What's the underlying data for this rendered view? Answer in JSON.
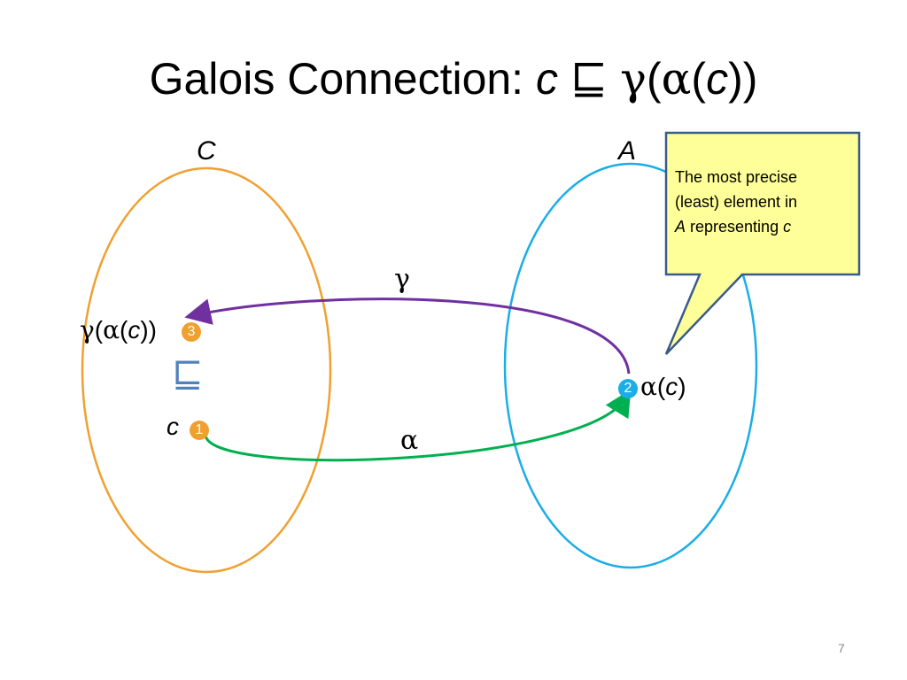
{
  "title": {
    "prefix": "Galois Connection: ",
    "c": "c",
    "relation": "⊑",
    "gamma": "γ",
    "open1": "(",
    "alpha": "α",
    "open2": "(",
    "c2": "c",
    "close": "))"
  },
  "sets": {
    "concrete_label": "C",
    "abstract_label": "A",
    "concrete_color": "#F0A030",
    "abstract_color": "#1AADE6"
  },
  "arrows": {
    "gamma_label": "γ",
    "alpha_label": "α",
    "gamma_color": "#7030A0",
    "alpha_color": "#00B050"
  },
  "points": {
    "gamma_alpha_c": {
      "gamma": "γ",
      "p1": "(",
      "alpha": "α",
      "p2": "(",
      "c": "c",
      "close": "))",
      "badge": "3"
    },
    "c": {
      "c": "c",
      "badge": "1"
    },
    "alpha_c": {
      "alpha": "α",
      "open": "(",
      "c": "c",
      "close": ")",
      "badge": "2"
    },
    "relation_symbol": "⊑"
  },
  "callout": {
    "line1": "The most precise",
    "line2": "(least) element in",
    "a": "A",
    "middle": " representing ",
    "c": "c",
    "fill": "#FFFF99",
    "border": "#3A5A8C"
  },
  "page_number": "7"
}
